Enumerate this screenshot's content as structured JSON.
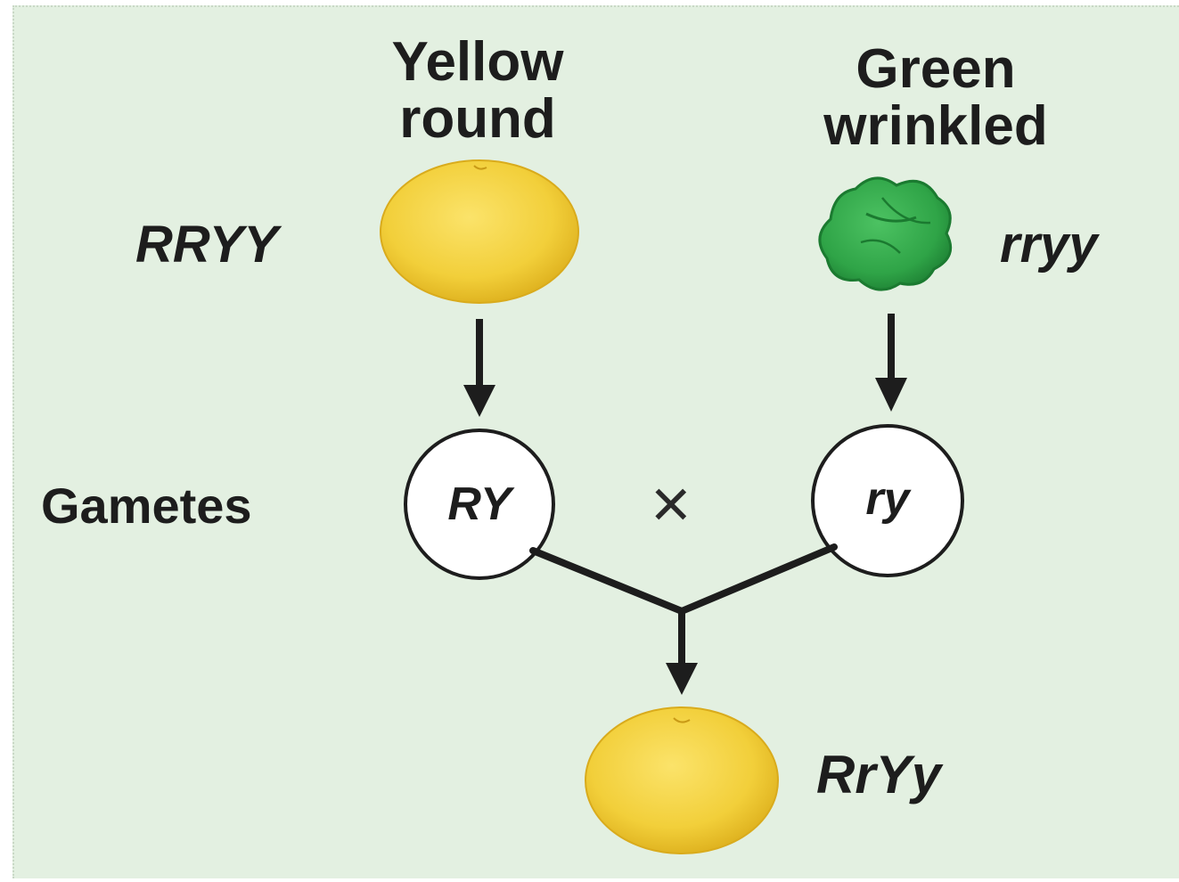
{
  "parents": {
    "left": {
      "phenotype_line1": "Yellow",
      "phenotype_line2": "round",
      "genotype": "RRYY",
      "seed_color": "#f2cf3a"
    },
    "right": {
      "phenotype_line1": "Green",
      "phenotype_line2": "wrinkled",
      "genotype": "rryy",
      "seed_color": "#2fa447"
    }
  },
  "gametes": {
    "label": "Gametes",
    "left": "RY",
    "right": "ry",
    "cross_symbol": "×"
  },
  "offspring": {
    "genotype": "RrYy",
    "seed_color": "#f2cf3a"
  },
  "colors": {
    "background": "#e3f0e1",
    "ink": "#1d1d1d"
  }
}
